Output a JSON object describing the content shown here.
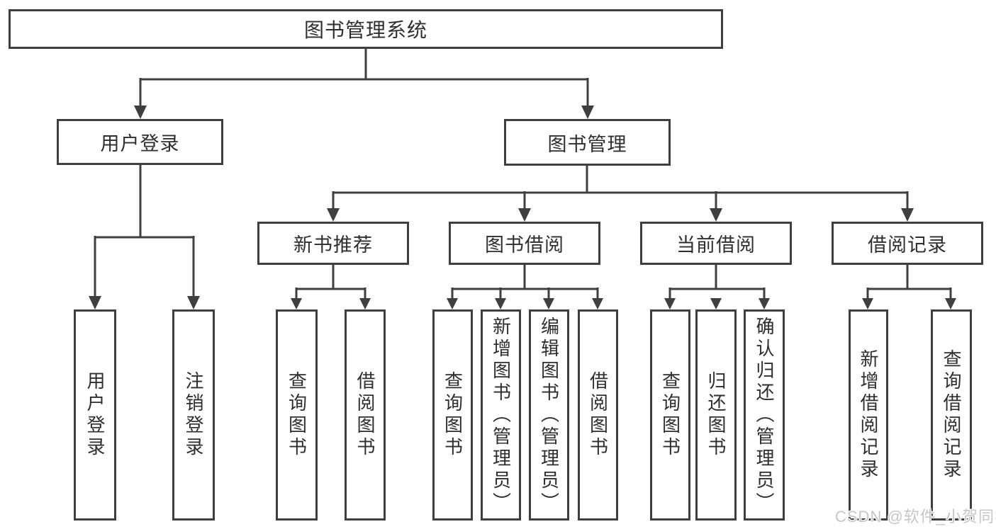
{
  "diagram": {
    "root": "图书管理系统",
    "branches": {
      "user_login": {
        "label": "用户登录",
        "children": {
          "login": "用户登录",
          "logout": "注销登录"
        }
      },
      "book_management": {
        "label": "图书管理",
        "children": {
          "new_book_recommend": {
            "label": "新书推荐",
            "children": {
              "query_books": "查询图书",
              "borrow_books": "借阅图书"
            }
          },
          "book_borrow": {
            "label": "图书借阅",
            "children": {
              "query_books": "查询图书",
              "add_books_admin": "新增图书（管理员）",
              "edit_books_admin": "编辑图书（管理员）",
              "borrow_books": "借阅图书"
            }
          },
          "current_borrow": {
            "label": "当前借阅",
            "children": {
              "query_books": "查询图书",
              "return_books": "归还图书",
              "confirm_return_admin": "确认归还（管理员）"
            }
          },
          "borrow_records": {
            "label": "借阅记录",
            "children": {
              "add_borrow_record": "新增借阅记录",
              "query_borrow_record": "查询借阅记录"
            }
          }
        }
      }
    }
  },
  "watermark": "CSDN @软件_小贺同学",
  "colors": {
    "line": "#3f3f3f",
    "text": "#2e2e2e",
    "watermark": "#c6c6c6",
    "bg": "#ffffff"
  }
}
